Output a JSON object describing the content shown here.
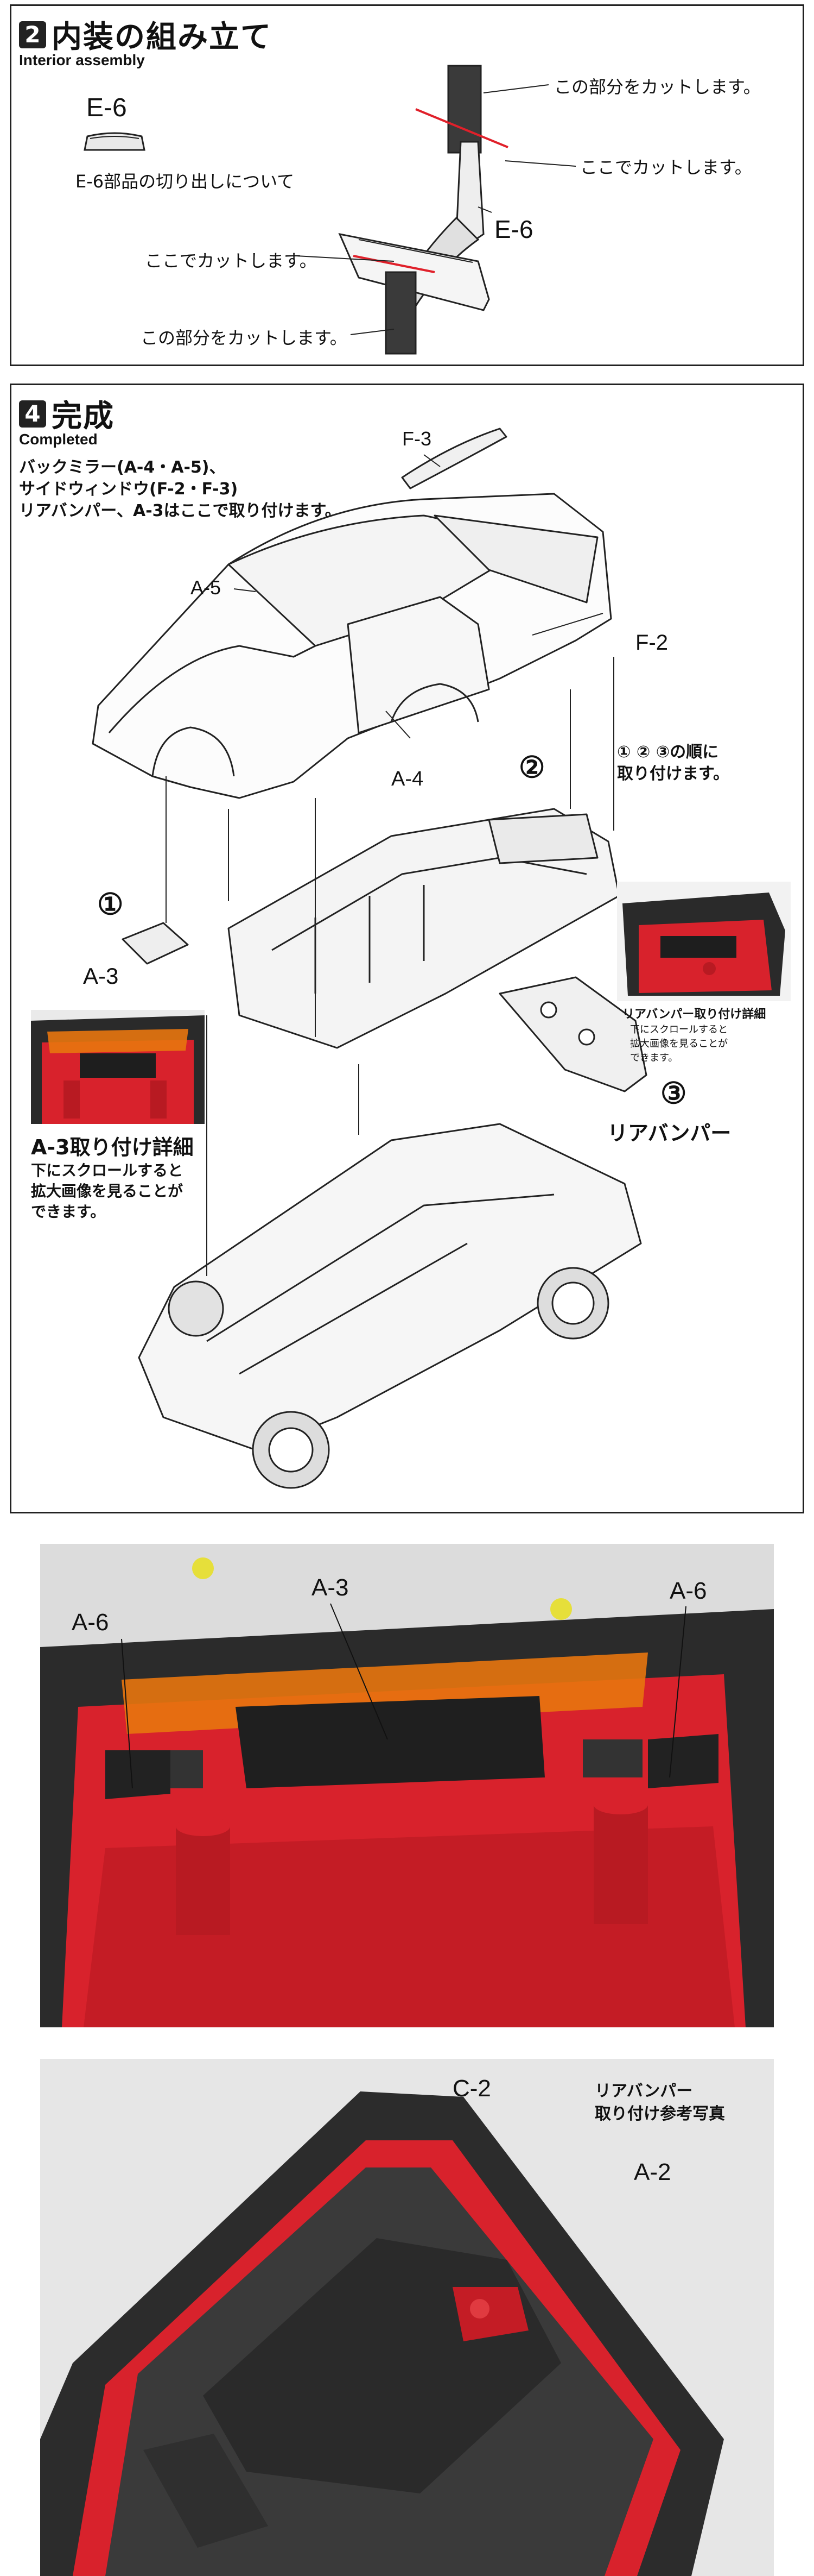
{
  "section2": {
    "num": "2",
    "title": "内装の組み立て",
    "subtitle": "Interior assembly",
    "part_label": "E-6",
    "part_label_right": "E-6",
    "part_note": "E-6部品の切り出しについて",
    "callout_cut_part_top": "この部分をカットします。",
    "callout_cut_here_top": "ここでカットします。",
    "callout_cut_here_bottom": "ここでカットします。",
    "callout_cut_part_bottom": "この部分をカットします。"
  },
  "section4": {
    "num": "4",
    "title": "完成",
    "subtitle": "Completed",
    "note_line1": "バックミラー(A-4・A-5)、",
    "note_line2": "サイドウィンドウ(F-2・F-3)",
    "note_line3": "リアバンパー、A-3はここで取り付けます。",
    "label_f3": "F-3",
    "label_a5": "A-5",
    "label_f2": "F-2",
    "label_a4": "A-4",
    "step1_mark": "①",
    "step2_mark": "②",
    "step3_mark": "③",
    "label_a3": "A-3",
    "order_note_line1": "① ② ③の順に",
    "order_note_line2": "取り付けます。",
    "a3_detail_title": "A-3取り付け詳細",
    "a3_detail_line1": "下にスクロールすると",
    "a3_detail_line2": "拡大画像を見ることが",
    "a3_detail_line3": "できます。",
    "rear_detail_title": "リアバンパー取り付け詳細",
    "rear_detail_line1": "下にスクロールすると",
    "rear_detail_line2": "拡大画像を見ることが",
    "rear_detail_line3": "できます。",
    "rear_bumper_label": "リアバンパー"
  },
  "photo1": {
    "label_a6_left": "A-6",
    "label_a3": "A-3",
    "label_a6_right": "A-6"
  },
  "photo2": {
    "label_c2": "C-2",
    "label_a2": "A-2",
    "caption_line1": "リアバンパー",
    "caption_line2": "取り付け参考写真"
  },
  "colors": {
    "red": "#d8222c",
    "dark_red": "#8c0f16",
    "orange": "#e8760e",
    "black_plastic": "#2a2a2a",
    "cut_line": "#e0202a"
  }
}
